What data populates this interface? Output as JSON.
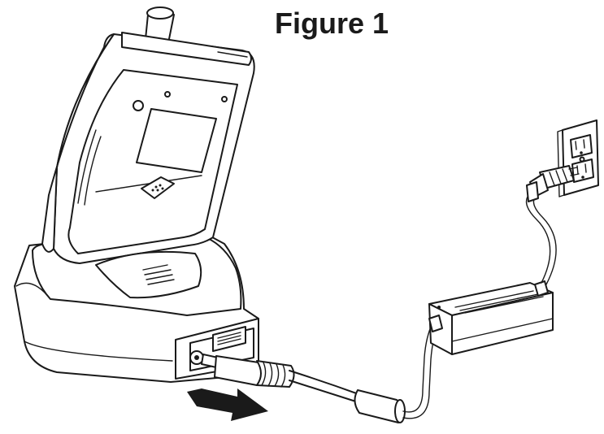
{
  "figure": {
    "title": "Figure 1"
  },
  "parts": [
    {
      "name": "handheld-device",
      "icon": "pda-device-icon"
    },
    {
      "name": "charging-cradle",
      "icon": "cradle-icon"
    },
    {
      "name": "dc-plug",
      "icon": "plug-icon"
    },
    {
      "name": "insertion-arrow",
      "icon": "arrow-right-icon"
    },
    {
      "name": "power-adapter",
      "icon": "ac-adapter-icon"
    },
    {
      "name": "wall-outlet",
      "icon": "outlet-icon"
    }
  ],
  "colors": {
    "line": "#1a1a1a",
    "fill": "#ffffff",
    "shade": "#f2f2f2"
  }
}
